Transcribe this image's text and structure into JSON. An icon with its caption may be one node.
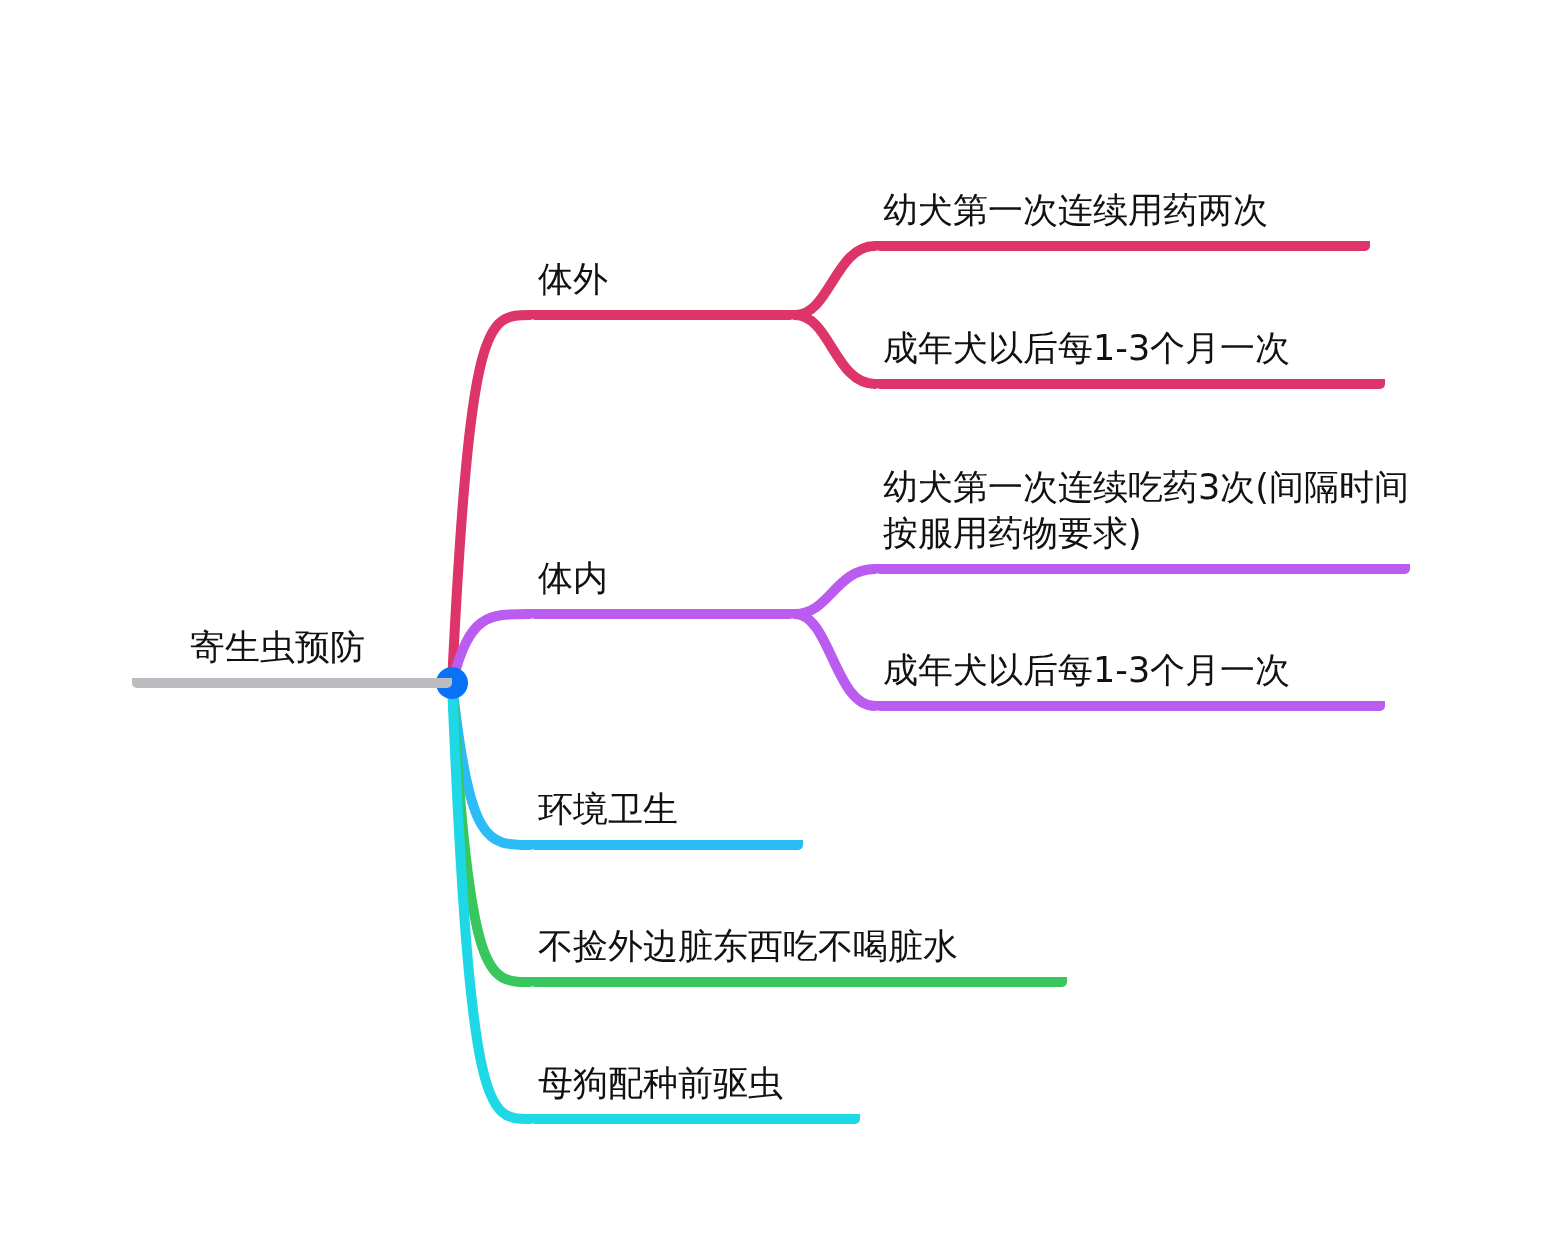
{
  "diagram": {
    "nodes": [
      {
        "text": [
          "寄生虫预防"
        ]
      },
      {
        "text": [
          "体外"
        ]
      },
      {
        "text": [
          "幼犬第一次连续用药两次"
        ]
      },
      {
        "text": [
          "成年犬以后每1-3个月一次"
        ]
      },
      {
        "text": [
          "体内"
        ]
      },
      {
        "text": [
          "幼犬第一次连续吃药3次(间隔时间按服用药物要求)"
        ]
      },
      {
        "text": [
          "成年犬以后每1-3个月一次"
        ]
      },
      {
        "text": [
          "环境卫生"
        ]
      },
      {
        "text": [
          "不捡外边脏东西吃不喝脏水"
        ]
      },
      {
        "text": [
          "母狗配种前驱虫"
        ]
      }
    ],
    "edges": [
      {
        "from": 0,
        "to": 1,
        "arrow": "none",
        "color": "#dd3469"
      },
      {
        "from": 1,
        "to": 2,
        "arrow": "none",
        "color": "#dd3469"
      },
      {
        "from": 1,
        "to": 3,
        "arrow": "none",
        "color": "#dd3469"
      },
      {
        "from": 0,
        "to": 4,
        "arrow": "none",
        "color": "#bb5cf0"
      },
      {
        "from": 4,
        "to": 5,
        "arrow": "none",
        "color": "#bb5cf0"
      },
      {
        "from": 4,
        "to": 6,
        "arrow": "none",
        "color": "#bb5cf0"
      },
      {
        "from": 0,
        "to": 7,
        "arrow": "none",
        "color": "#2bbcf7"
      },
      {
        "from": 0,
        "to": 8,
        "arrow": "none",
        "color": "#37c75c"
      },
      {
        "from": 0,
        "to": 9,
        "arrow": "none",
        "color": "#1ed8e6"
      }
    ]
  }
}
